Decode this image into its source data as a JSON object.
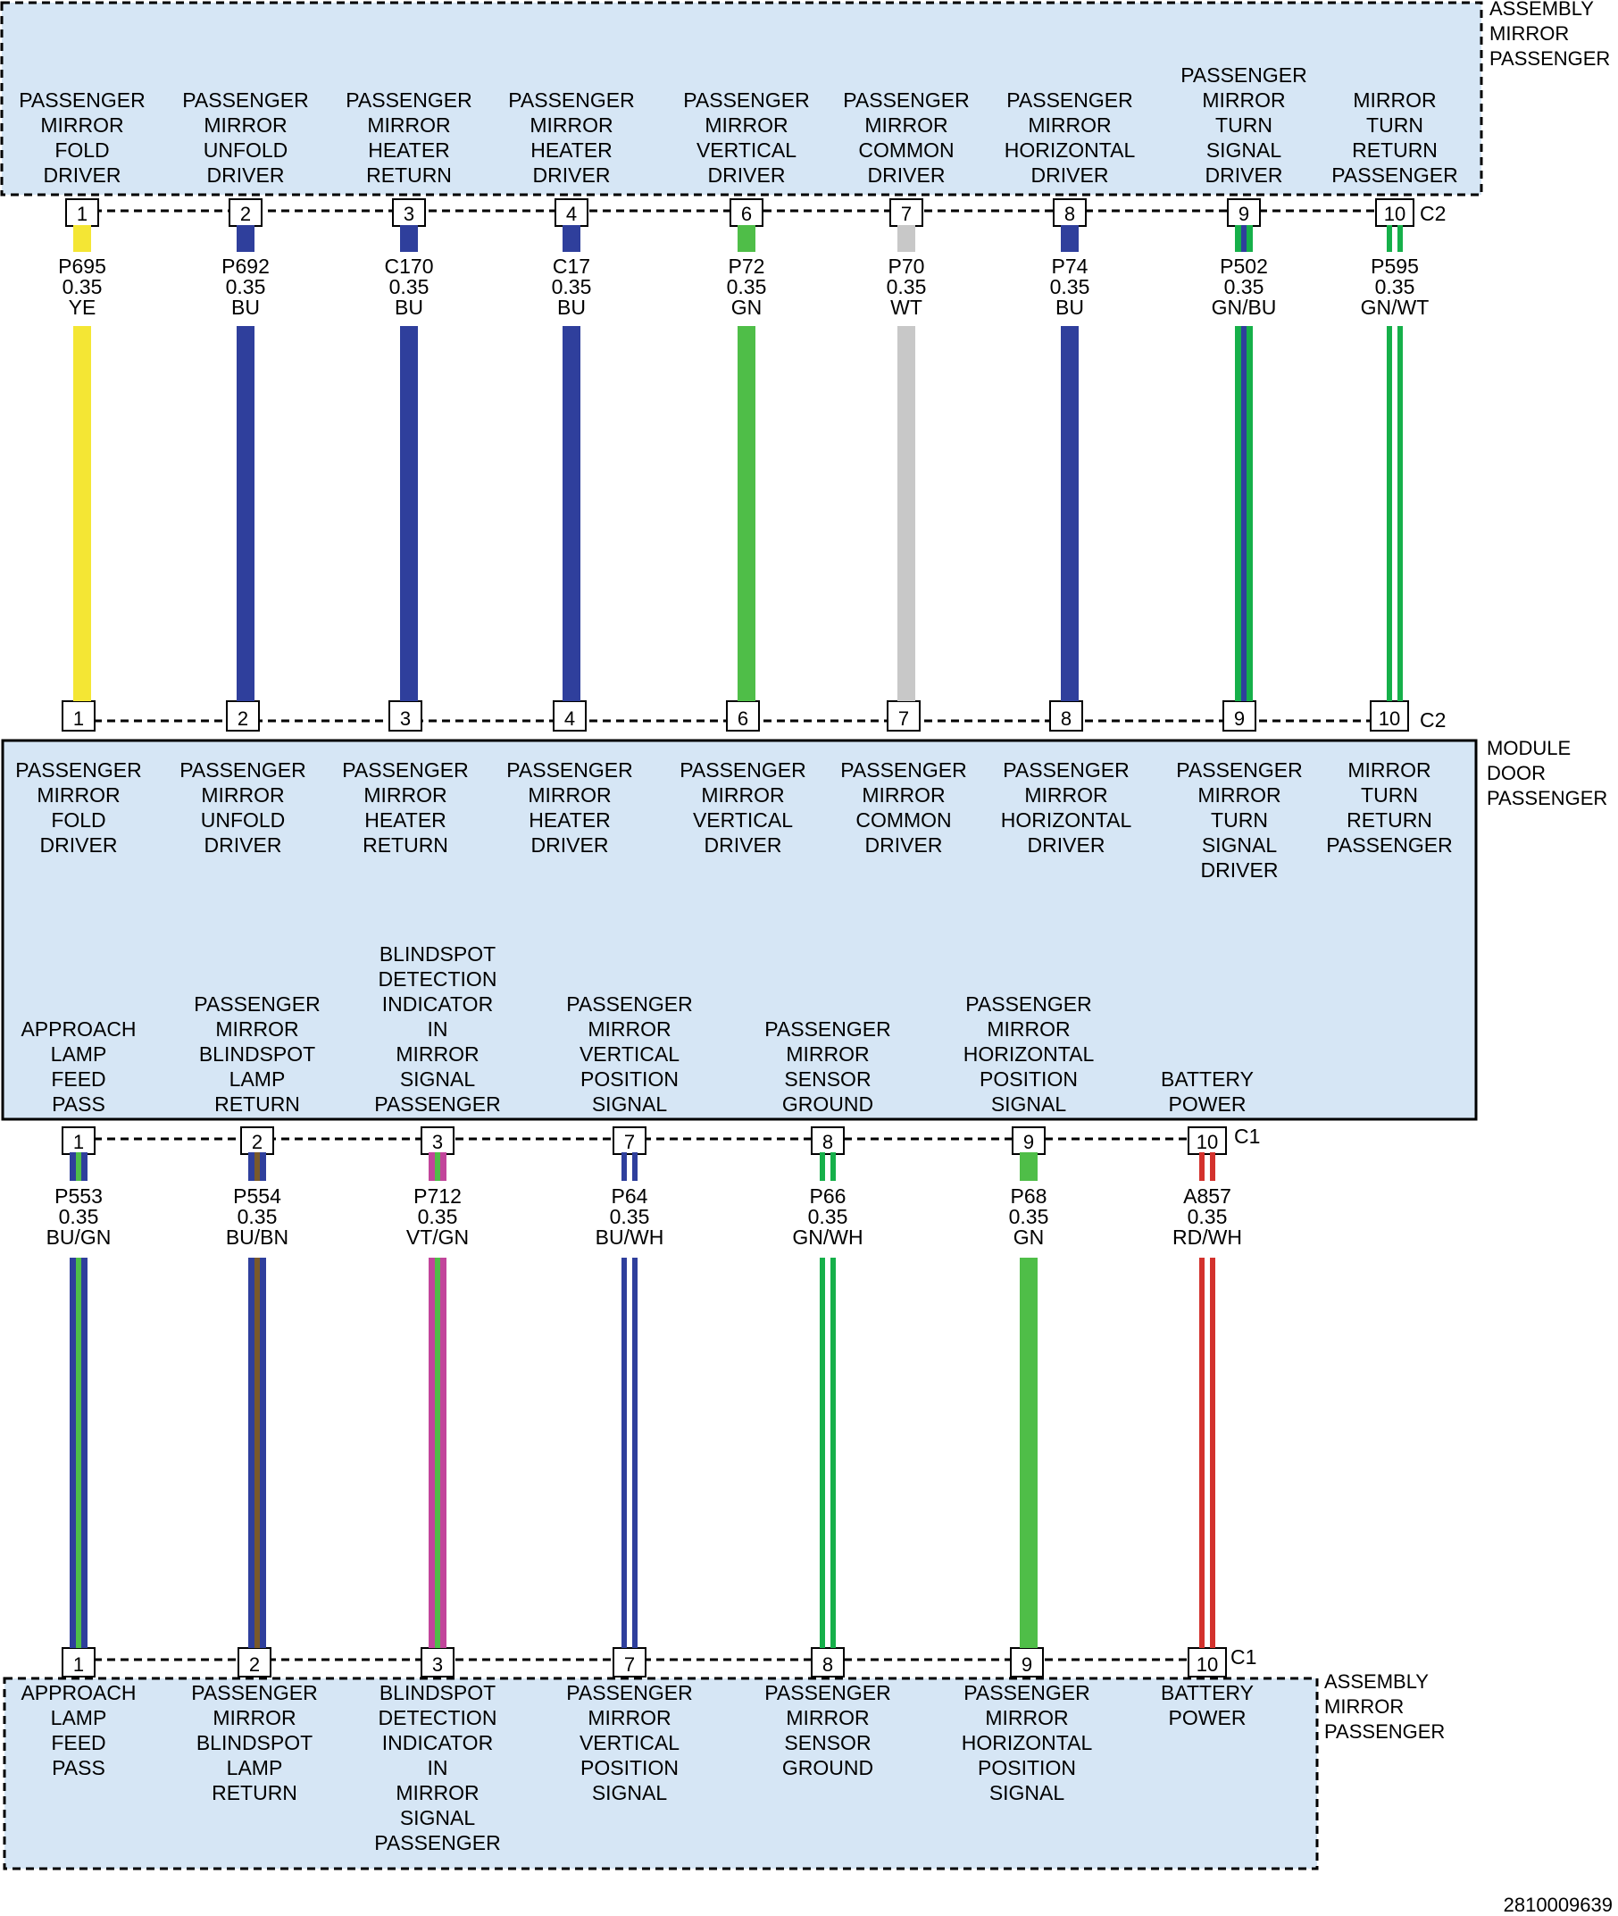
{
  "diagram_id": "2810009639",
  "colors": {
    "box_fill": "#d6e6f5",
    "YE": "#f4e634",
    "BU": "#2f3f9c",
    "GN": "#4fbe48",
    "WT": "#c8c8c8",
    "WH": "#ffffff",
    "BN": "#7a5a2a",
    "VT": "#c2459b",
    "RD": "#d3322d",
    "stripe_green": "#16b04a"
  },
  "top_assembly": {
    "title": [
      "ASSEMBLY",
      "MIRROR",
      "PASSENGER"
    ],
    "connector": "C2",
    "pins": [
      {
        "pin": "1",
        "label": [
          "PASSENGER",
          "MIRROR",
          "FOLD",
          "DRIVER"
        ]
      },
      {
        "pin": "2",
        "label": [
          "PASSENGER",
          "MIRROR",
          "UNFOLD",
          "DRIVER"
        ]
      },
      {
        "pin": "3",
        "label": [
          "PASSENGER",
          "MIRROR",
          "HEATER",
          "RETURN"
        ]
      },
      {
        "pin": "4",
        "label": [
          "PASSENGER",
          "MIRROR",
          "HEATER",
          "DRIVER"
        ]
      },
      {
        "pin": "6",
        "label": [
          "PASSENGER",
          "MIRROR",
          "VERTICAL",
          "DRIVER"
        ]
      },
      {
        "pin": "7",
        "label": [
          "PASSENGER",
          "MIRROR",
          "COMMON",
          "DRIVER"
        ]
      },
      {
        "pin": "8",
        "label": [
          "PASSENGER",
          "MIRROR",
          "HORIZONTAL",
          "DRIVER"
        ]
      },
      {
        "pin": "9",
        "label": [
          "PASSENGER",
          "MIRROR",
          "TURN",
          "SIGNAL",
          "DRIVER"
        ]
      },
      {
        "pin": "10",
        "label": [
          "MIRROR",
          "TURN",
          "RETURN",
          "PASSENGER"
        ]
      }
    ]
  },
  "top_wires": [
    {
      "circuit": "P695",
      "gauge": "0.35",
      "color_code": "YE",
      "base": "YE",
      "stripe": null
    },
    {
      "circuit": "P692",
      "gauge": "0.35",
      "color_code": "BU",
      "base": "BU",
      "stripe": null
    },
    {
      "circuit": "C170",
      "gauge": "0.35",
      "color_code": "BU",
      "base": "BU",
      "stripe": null
    },
    {
      "circuit": "C17",
      "gauge": "0.35",
      "color_code": "BU",
      "base": "BU",
      "stripe": null
    },
    {
      "circuit": "P72",
      "gauge": "0.35",
      "color_code": "GN",
      "base": "GN",
      "stripe": null
    },
    {
      "circuit": "P70",
      "gauge": "0.35",
      "color_code": "WT",
      "base": "WT",
      "stripe": null
    },
    {
      "circuit": "P74",
      "gauge": "0.35",
      "color_code": "BU",
      "base": "BU",
      "stripe": null
    },
    {
      "circuit": "P502",
      "gauge": "0.35",
      "color_code": "GN/BU",
      "base": "stripe_green",
      "stripe": "BU"
    },
    {
      "circuit": "P595",
      "gauge": "0.35",
      "color_code": "GN/WT",
      "base": "stripe_green",
      "stripe": "WH"
    }
  ],
  "module": {
    "title": [
      "MODULE",
      "DOOR",
      "PASSENGER"
    ],
    "c2_connector": "C2",
    "c2_pins": [
      {
        "pin": "1",
        "label": [
          "PASSENGER",
          "MIRROR",
          "FOLD",
          "DRIVER"
        ]
      },
      {
        "pin": "2",
        "label": [
          "PASSENGER",
          "MIRROR",
          "UNFOLD",
          "DRIVER"
        ]
      },
      {
        "pin": "3",
        "label": [
          "PASSENGER",
          "MIRROR",
          "HEATER",
          "RETURN"
        ]
      },
      {
        "pin": "4",
        "label": [
          "PASSENGER",
          "MIRROR",
          "HEATER",
          "DRIVER"
        ]
      },
      {
        "pin": "6",
        "label": [
          "PASSENGER",
          "MIRROR",
          "VERTICAL",
          "DRIVER"
        ]
      },
      {
        "pin": "7",
        "label": [
          "PASSENGER",
          "MIRROR",
          "COMMON",
          "DRIVER"
        ]
      },
      {
        "pin": "8",
        "label": [
          "PASSENGER",
          "MIRROR",
          "HORIZONTAL",
          "DRIVER"
        ]
      },
      {
        "pin": "9",
        "label": [
          "PASSENGER",
          "MIRROR",
          "TURN",
          "SIGNAL",
          "DRIVER"
        ]
      },
      {
        "pin": "10",
        "label": [
          "MIRROR",
          "TURN",
          "RETURN",
          "PASSENGER"
        ]
      }
    ],
    "c1_connector": "C1",
    "c1_pins": [
      {
        "pin": "1",
        "label": [
          "APPROACH",
          "LAMP",
          "FEED",
          "PASS"
        ]
      },
      {
        "pin": "2",
        "label": [
          "PASSENGER",
          "MIRROR",
          "BLINDSPOT",
          "LAMP",
          "RETURN"
        ]
      },
      {
        "pin": "3",
        "label": [
          "BLINDSPOT",
          "DETECTION",
          "INDICATOR",
          "IN",
          "MIRROR",
          "SIGNAL",
          "PASSENGER"
        ]
      },
      {
        "pin": "7",
        "label": [
          "PASSENGER",
          "MIRROR",
          "VERTICAL",
          "POSITION",
          "SIGNAL"
        ]
      },
      {
        "pin": "8",
        "label": [
          "PASSENGER",
          "MIRROR",
          "SENSOR",
          "GROUND"
        ]
      },
      {
        "pin": "9",
        "label": [
          "PASSENGER",
          "MIRROR",
          "HORIZONTAL",
          "POSITION",
          "SIGNAL"
        ]
      },
      {
        "pin": "10",
        "label": [
          "BATTERY",
          "POWER"
        ]
      }
    ]
  },
  "bottom_wires": [
    {
      "circuit": "P553",
      "gauge": "0.35",
      "color_code": "BU/GN",
      "base": "BU",
      "stripe": "GN"
    },
    {
      "circuit": "P554",
      "gauge": "0.35",
      "color_code": "BU/BN",
      "base": "BU",
      "stripe": "BN"
    },
    {
      "circuit": "P712",
      "gauge": "0.35",
      "color_code": "VT/GN",
      "base": "VT",
      "stripe": "GN"
    },
    {
      "circuit": "P64",
      "gauge": "0.35",
      "color_code": "BU/WH",
      "base": "BU",
      "stripe": "WH"
    },
    {
      "circuit": "P66",
      "gauge": "0.35",
      "color_code": "GN/WH",
      "base": "stripe_green",
      "stripe": "WH"
    },
    {
      "circuit": "P68",
      "gauge": "0.35",
      "color_code": "GN",
      "base": "GN",
      "stripe": null
    },
    {
      "circuit": "A857",
      "gauge": "0.35",
      "color_code": "RD/WH",
      "base": "RD",
      "stripe": "WH"
    }
  ],
  "bottom_assembly": {
    "title": [
      "ASSEMBLY",
      "MIRROR",
      "PASSENGER"
    ],
    "connector": "C1",
    "pins": [
      {
        "pin": "1",
        "label": [
          "APPROACH",
          "LAMP",
          "FEED",
          "PASS"
        ]
      },
      {
        "pin": "2",
        "label": [
          "PASSENGER",
          "MIRROR",
          "BLINDSPOT",
          "LAMP",
          "RETURN"
        ]
      },
      {
        "pin": "3",
        "label": [
          "BLINDSPOT",
          "DETECTION",
          "INDICATOR",
          "IN",
          "MIRROR",
          "SIGNAL",
          "PASSENGER"
        ]
      },
      {
        "pin": "7",
        "label": [
          "PASSENGER",
          "MIRROR",
          "VERTICAL",
          "POSITION",
          "SIGNAL"
        ]
      },
      {
        "pin": "8",
        "label": [
          "PASSENGER",
          "MIRROR",
          "SENSOR",
          "GROUND"
        ]
      },
      {
        "pin": "9",
        "label": [
          "PASSENGER",
          "MIRROR",
          "HORIZONTAL",
          "POSITION",
          "SIGNAL"
        ]
      },
      {
        "pin": "10",
        "label": [
          "BATTERY",
          "POWER"
        ]
      }
    ]
  }
}
